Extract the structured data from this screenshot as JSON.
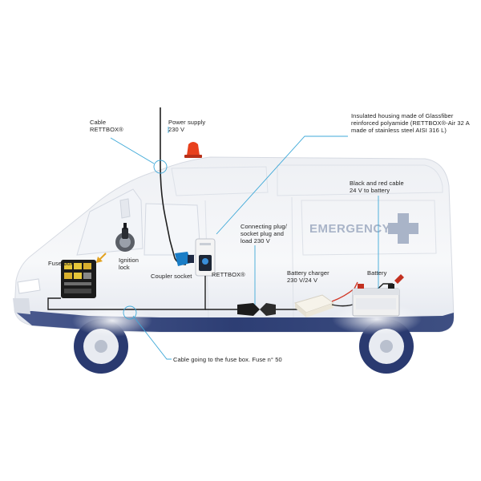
{
  "labels": {
    "cable": "Cable\nRETTBOX®",
    "power_supply": "Power supply\n230 V",
    "housing": "Insulated housing made of Glassfiber reinforced polyamide (RETTBOX®-Air 32 A made of stainless steel AISI 316 L)",
    "black_red_cable": "Black and red cable\n24 V to battery",
    "connecting_plug": "Connecting plug/\nsocket plug and\nload 230 V",
    "fuse_box": "Fuse box",
    "ignition_lock": "Ignition\nlock",
    "coupler_socket": "Coupler socket",
    "rettbox": "RETTBOX®",
    "battery_charger": "Battery charger\n230 V/24 V",
    "battery": "Battery",
    "cable_fuse_box": "Cable going to the fuse box. Fuse n° 50"
  },
  "van_text": {
    "emergency": "EMERGENCY"
  },
  "colors": {
    "van_body": "#f5f6f8",
    "van_stripe": "#2d3e74",
    "callout": "#3fa9d8",
    "beacon": "#e8401c",
    "cross": "#a9b4c8",
    "emergency_text": "#a9b4c8",
    "wheel": "#2a3a70"
  }
}
